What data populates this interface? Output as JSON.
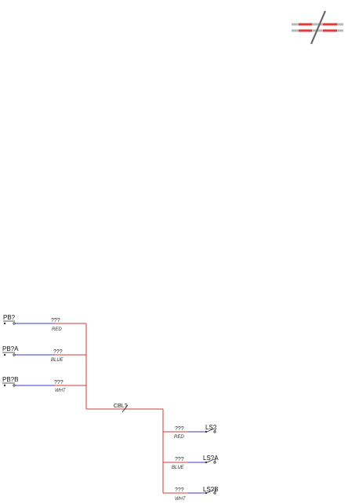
{
  "colors": {
    "trunk": "#d23a3a",
    "wire_blue": "#3a3ad6",
    "device": "#333333",
    "icon_red": "#e03a3a",
    "icon_gray": "#b8b8b8"
  },
  "icon": {
    "name": "cable-break-icon"
  },
  "inputs": [
    {
      "tag": "PB?",
      "wire_label": "???",
      "wire_color": "RED"
    },
    {
      "tag": "PB?A",
      "wire_label": "???",
      "wire_color": "BLUE"
    },
    {
      "tag": "PB?B",
      "wire_label": "???",
      "wire_color": "WHT"
    }
  ],
  "cable": {
    "label": "CBL?"
  },
  "outputs": [
    {
      "tag": "LS?",
      "wire_label": "???",
      "wire_color": "RED"
    },
    {
      "tag": "LS?A",
      "wire_label": "???",
      "wire_color": "BLUE"
    },
    {
      "tag": "LS?B",
      "wire_label": "???",
      "wire_color": "WHT"
    }
  ]
}
